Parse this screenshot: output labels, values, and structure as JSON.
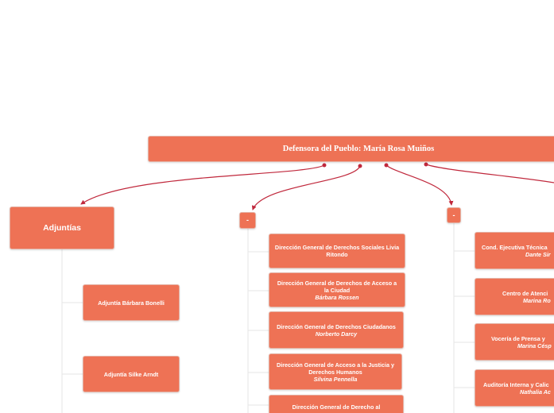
{
  "root": {
    "label": "Defensora del Pueblo:  María Rosa Muiños"
  },
  "adjuntias": {
    "label": "Adjuntías",
    "items": [
      {
        "label": "Adjuntía Bárbara Bonelli"
      },
      {
        "label": "Adjuntía Silke Arndt"
      }
    ]
  },
  "group2": {
    "label": "-",
    "items": [
      {
        "label": "Dirección General de Derechos Sociales Livia Ritondo",
        "sub": ""
      },
      {
        "label": "Dirección General de Derechos de Acceso a la Ciudad",
        "sub": "Bárbara Rossen"
      },
      {
        "label": "Dirección General de Derechos Ciudadanos",
        "sub": "Norberto Darcy"
      },
      {
        "label": "Dirección General de Acceso a la Justicia y Derechos Humanos",
        "sub": "Silvina Pennella"
      },
      {
        "label": "Dirección General de Derecho al",
        "sub": ""
      }
    ]
  },
  "group3": {
    "label": "-",
    "items": [
      {
        "label": "Cond. Ejecutiva Técnica",
        "sub": "Dante Sir"
      },
      {
        "label": "Centro de Atenci",
        "sub": "Marina Ro"
      },
      {
        "label": "Vocería de Prensa y",
        "sub": "Marina Césp"
      },
      {
        "label": "Auditoría Interna y Calic",
        "sub": "Nathalia Ac"
      }
    ]
  },
  "colors": {
    "node": "#ee7255",
    "connector": "#c0283c",
    "guide": "#e5e5e5"
  }
}
